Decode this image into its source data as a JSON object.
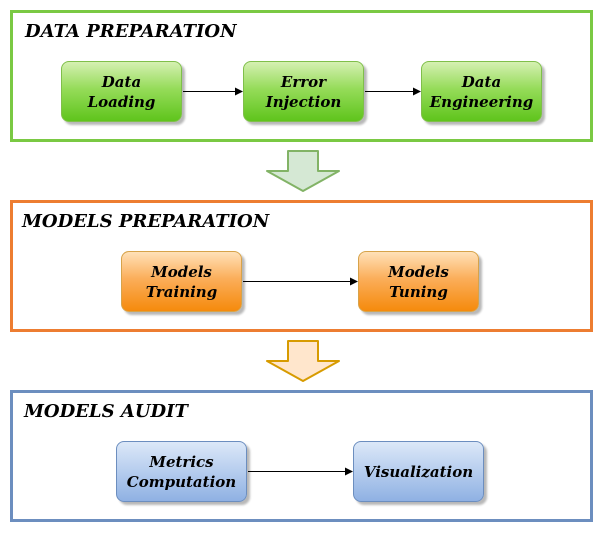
{
  "stages": [
    {
      "title": "DATA PREPARATION",
      "border_color": "#7ac943",
      "steps": [
        "Data\nLoading",
        "Error\nInjection",
        "Data\nEngineering"
      ]
    },
    {
      "title": "MODELS PREPARATION",
      "border_color": "#ed7d31",
      "steps": [
        "Models\nTraining",
        "Models\nTuning"
      ]
    },
    {
      "title": "MODELS AUDIT",
      "border_color": "#6c8ebf",
      "steps": [
        "Metrics\nComputation",
        "Visualization"
      ]
    }
  ],
  "transition_arrows": [
    {
      "fill": "#d5e8d4",
      "stroke": "#82b366"
    },
    {
      "fill": "#ffe6cc",
      "stroke": "#d79b00"
    }
  ]
}
